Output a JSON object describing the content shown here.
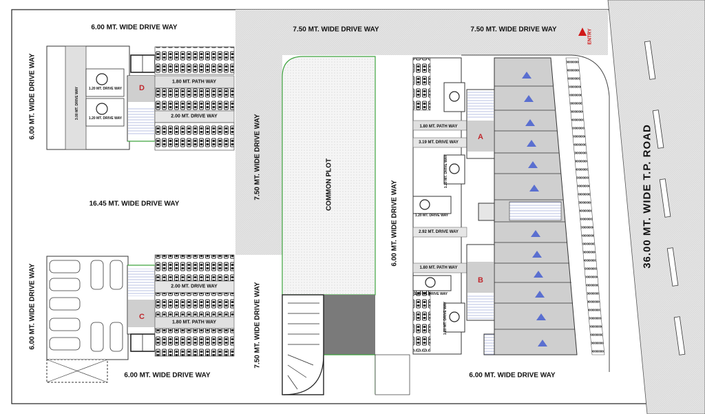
{
  "drive_ways": {
    "top_left": "6.00 MT. WIDE DRIVE WAY",
    "top_center": "7.50 MT. WIDE DRIVE WAY",
    "top_right": "7.50 MT. WIDE DRIVE WAY",
    "left_upper": "6.00 MT. WIDE DRIVE WAY",
    "left_lower": "6.00 MT. WIDE DRIVE WAY",
    "middle_left": "16.45 MT. WIDE DRIVE WAY",
    "vertical_upper": "7.50 MT. WIDE DRIVE WAY",
    "vertical_lower": "7.50 MT. WIDE DRIVE WAY",
    "vertical_right": "6.00 MT. WIDE DRIVE WAY",
    "bottom_left": "6.00 MT. WIDE DRIVE WAY",
    "bottom_right": "6.00 MT. WIDE DRIVE WAY"
  },
  "path_ways": {
    "d_path": "1.80 MT. PATH WAY",
    "d_drive": "2.00 MT. DRIVE WAY",
    "c_drive": "2.00 MT. DRIVE WAY",
    "c_path": "1.80 MT. PATH WAY",
    "a_path": "1.80 MT. PATH WAY",
    "a_drive": "3.19 MT. DRIVE WAY",
    "b_drive": "2.92 MT. DRIVE WAY",
    "b_path": "1.80 MT. PATH WAY"
  },
  "small_labels": {
    "d_drive_1": "1.20 MT. DRIVE WAY",
    "d_drive_2": "1.20 MT. DRIVE WAY",
    "d_drive_3": "3.00 MT. DRIVE WAY",
    "a_drive_1": "1.20 MT. DRIVE WAY",
    "a_drive_2": "1.20 MT. DRIVE WAY",
    "b_drive_1": "1.20 MT. DRIVE WAY",
    "b_drive_2": "1.20 MT. DRIVE WAY"
  },
  "blocks": {
    "a": "A",
    "b": "B",
    "c": "C",
    "d": "D"
  },
  "common_plot": "COMMON PLOT",
  "road": "36.00 MT. WIDE T.P. ROAD",
  "entry": "ENTRY",
  "colors": {
    "road_fill": "#e4e4e4",
    "drive_fill": "#e9e9e9",
    "common_plot_border": "#3ea33e",
    "hatch_dark": "#7a7a7a",
    "block_letter": "#c0282d",
    "entry_red": "#d01818",
    "lift_blue": "#5a6fd0"
  }
}
